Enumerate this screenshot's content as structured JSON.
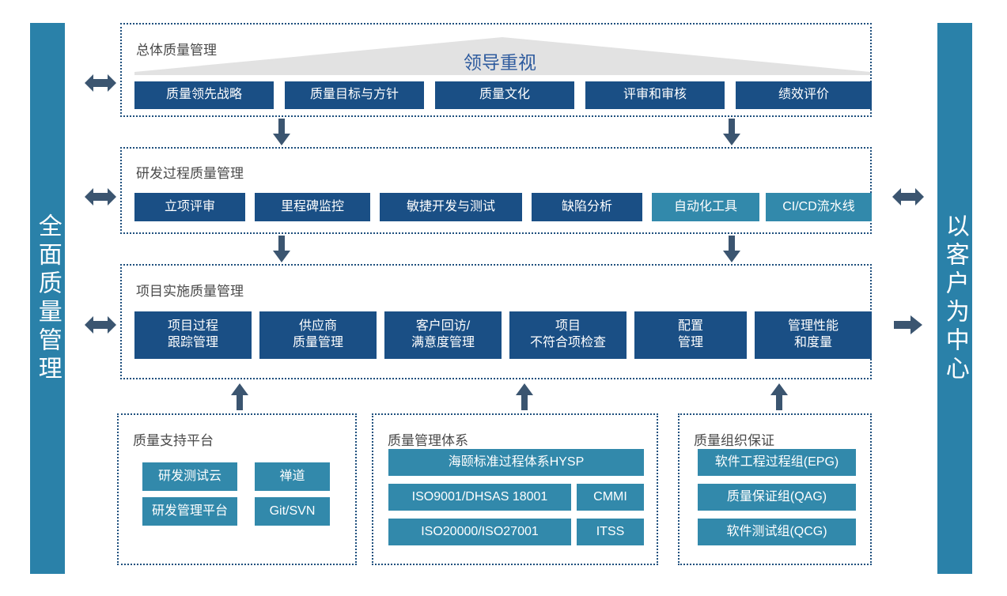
{
  "left_bar": {
    "label": "全面质量管理"
  },
  "right_bar": {
    "label": "以客户为中心"
  },
  "leadership": {
    "label": "领导重视",
    "shape": "triangle-banner",
    "color": "#e2e2e2"
  },
  "colors": {
    "navy": "#1a4f85",
    "teal": "#3289ab",
    "side_bar": "#2a81a9",
    "panel_border": "#1e4f7d",
    "arrow": "#3b5570",
    "leader_text": "#2e5b9e",
    "panel_title_text": "#4a4a4a"
  },
  "sections": [
    {
      "id": "overall",
      "title": "总体质量管理",
      "chips": [
        {
          "label": "质量领先战略",
          "style": "navy"
        },
        {
          "label": "质量目标与方针",
          "style": "navy"
        },
        {
          "label": "质量文化",
          "style": "navy"
        },
        {
          "label": "评审和审核",
          "style": "navy"
        },
        {
          "label": "绩效评价",
          "style": "navy"
        }
      ]
    },
    {
      "id": "rnd-process",
      "title": "研发过程质量管理",
      "chips": [
        {
          "label": "立项评审",
          "style": "navy"
        },
        {
          "label": "里程碑监控",
          "style": "navy"
        },
        {
          "label": "敏捷开发与测试",
          "style": "navy"
        },
        {
          "label": "缺陷分析",
          "style": "navy"
        },
        {
          "label": "自动化工具",
          "style": "teal"
        },
        {
          "label": "CI/CD流水线",
          "style": "teal"
        }
      ]
    },
    {
      "id": "project-impl",
      "title": "项目实施质量管理",
      "chips": [
        {
          "label": "项目过程\n跟踪管理",
          "style": "navy"
        },
        {
          "label": "供应商\n质量管理",
          "style": "navy"
        },
        {
          "label": "客户回访/\n满意度管理",
          "style": "navy"
        },
        {
          "label": "项目\n不符合项检查",
          "style": "navy"
        },
        {
          "label": "配置\n管理",
          "style": "navy"
        },
        {
          "label": "管理性能\n和度量",
          "style": "navy"
        }
      ]
    }
  ],
  "bottom_panels": [
    {
      "id": "support-platform",
      "title": "质量支持平台",
      "chips": [
        {
          "label": "研发测试云",
          "style": "teal"
        },
        {
          "label": "禅道",
          "style": "teal"
        },
        {
          "label": "研发管理平台",
          "style": "teal"
        },
        {
          "label": "Git/SVN",
          "style": "teal"
        }
      ]
    },
    {
      "id": "management-system",
      "title": "质量管理体系",
      "chips": [
        {
          "label": "海颐标准过程体系HYSP",
          "style": "teal"
        },
        {
          "label": "ISO9001/DHSAS 18001",
          "style": "teal"
        },
        {
          "label": "CMMI",
          "style": "teal"
        },
        {
          "label": "ISO20000/ISO27001",
          "style": "teal"
        },
        {
          "label": "ITSS",
          "style": "teal"
        }
      ]
    },
    {
      "id": "org-assurance",
      "title": "质量组织保证",
      "chips": [
        {
          "label": "软件工程过程组(EPG)",
          "style": "teal"
        },
        {
          "label": "质量保证组(QAG)",
          "style": "teal"
        },
        {
          "label": "软件测试组(QCG)",
          "style": "teal"
        }
      ]
    }
  ],
  "arrows": {
    "left_double_overall": "double-arrow-horizontal",
    "left_double_rnd": "double-arrow-horizontal",
    "left_double_project": "double-arrow-horizontal",
    "right_double_rnd": "double-arrow-horizontal",
    "right_single_project": "arrow-right",
    "down_overall_to_rnd_1": "arrow-down",
    "down_overall_to_rnd_2": "arrow-down",
    "down_rnd_to_project_1": "arrow-down",
    "down_rnd_to_project_2": "arrow-down",
    "up_support_to_project": "arrow-up",
    "up_system_to_project": "arrow-up",
    "up_org_to_project": "arrow-up"
  }
}
